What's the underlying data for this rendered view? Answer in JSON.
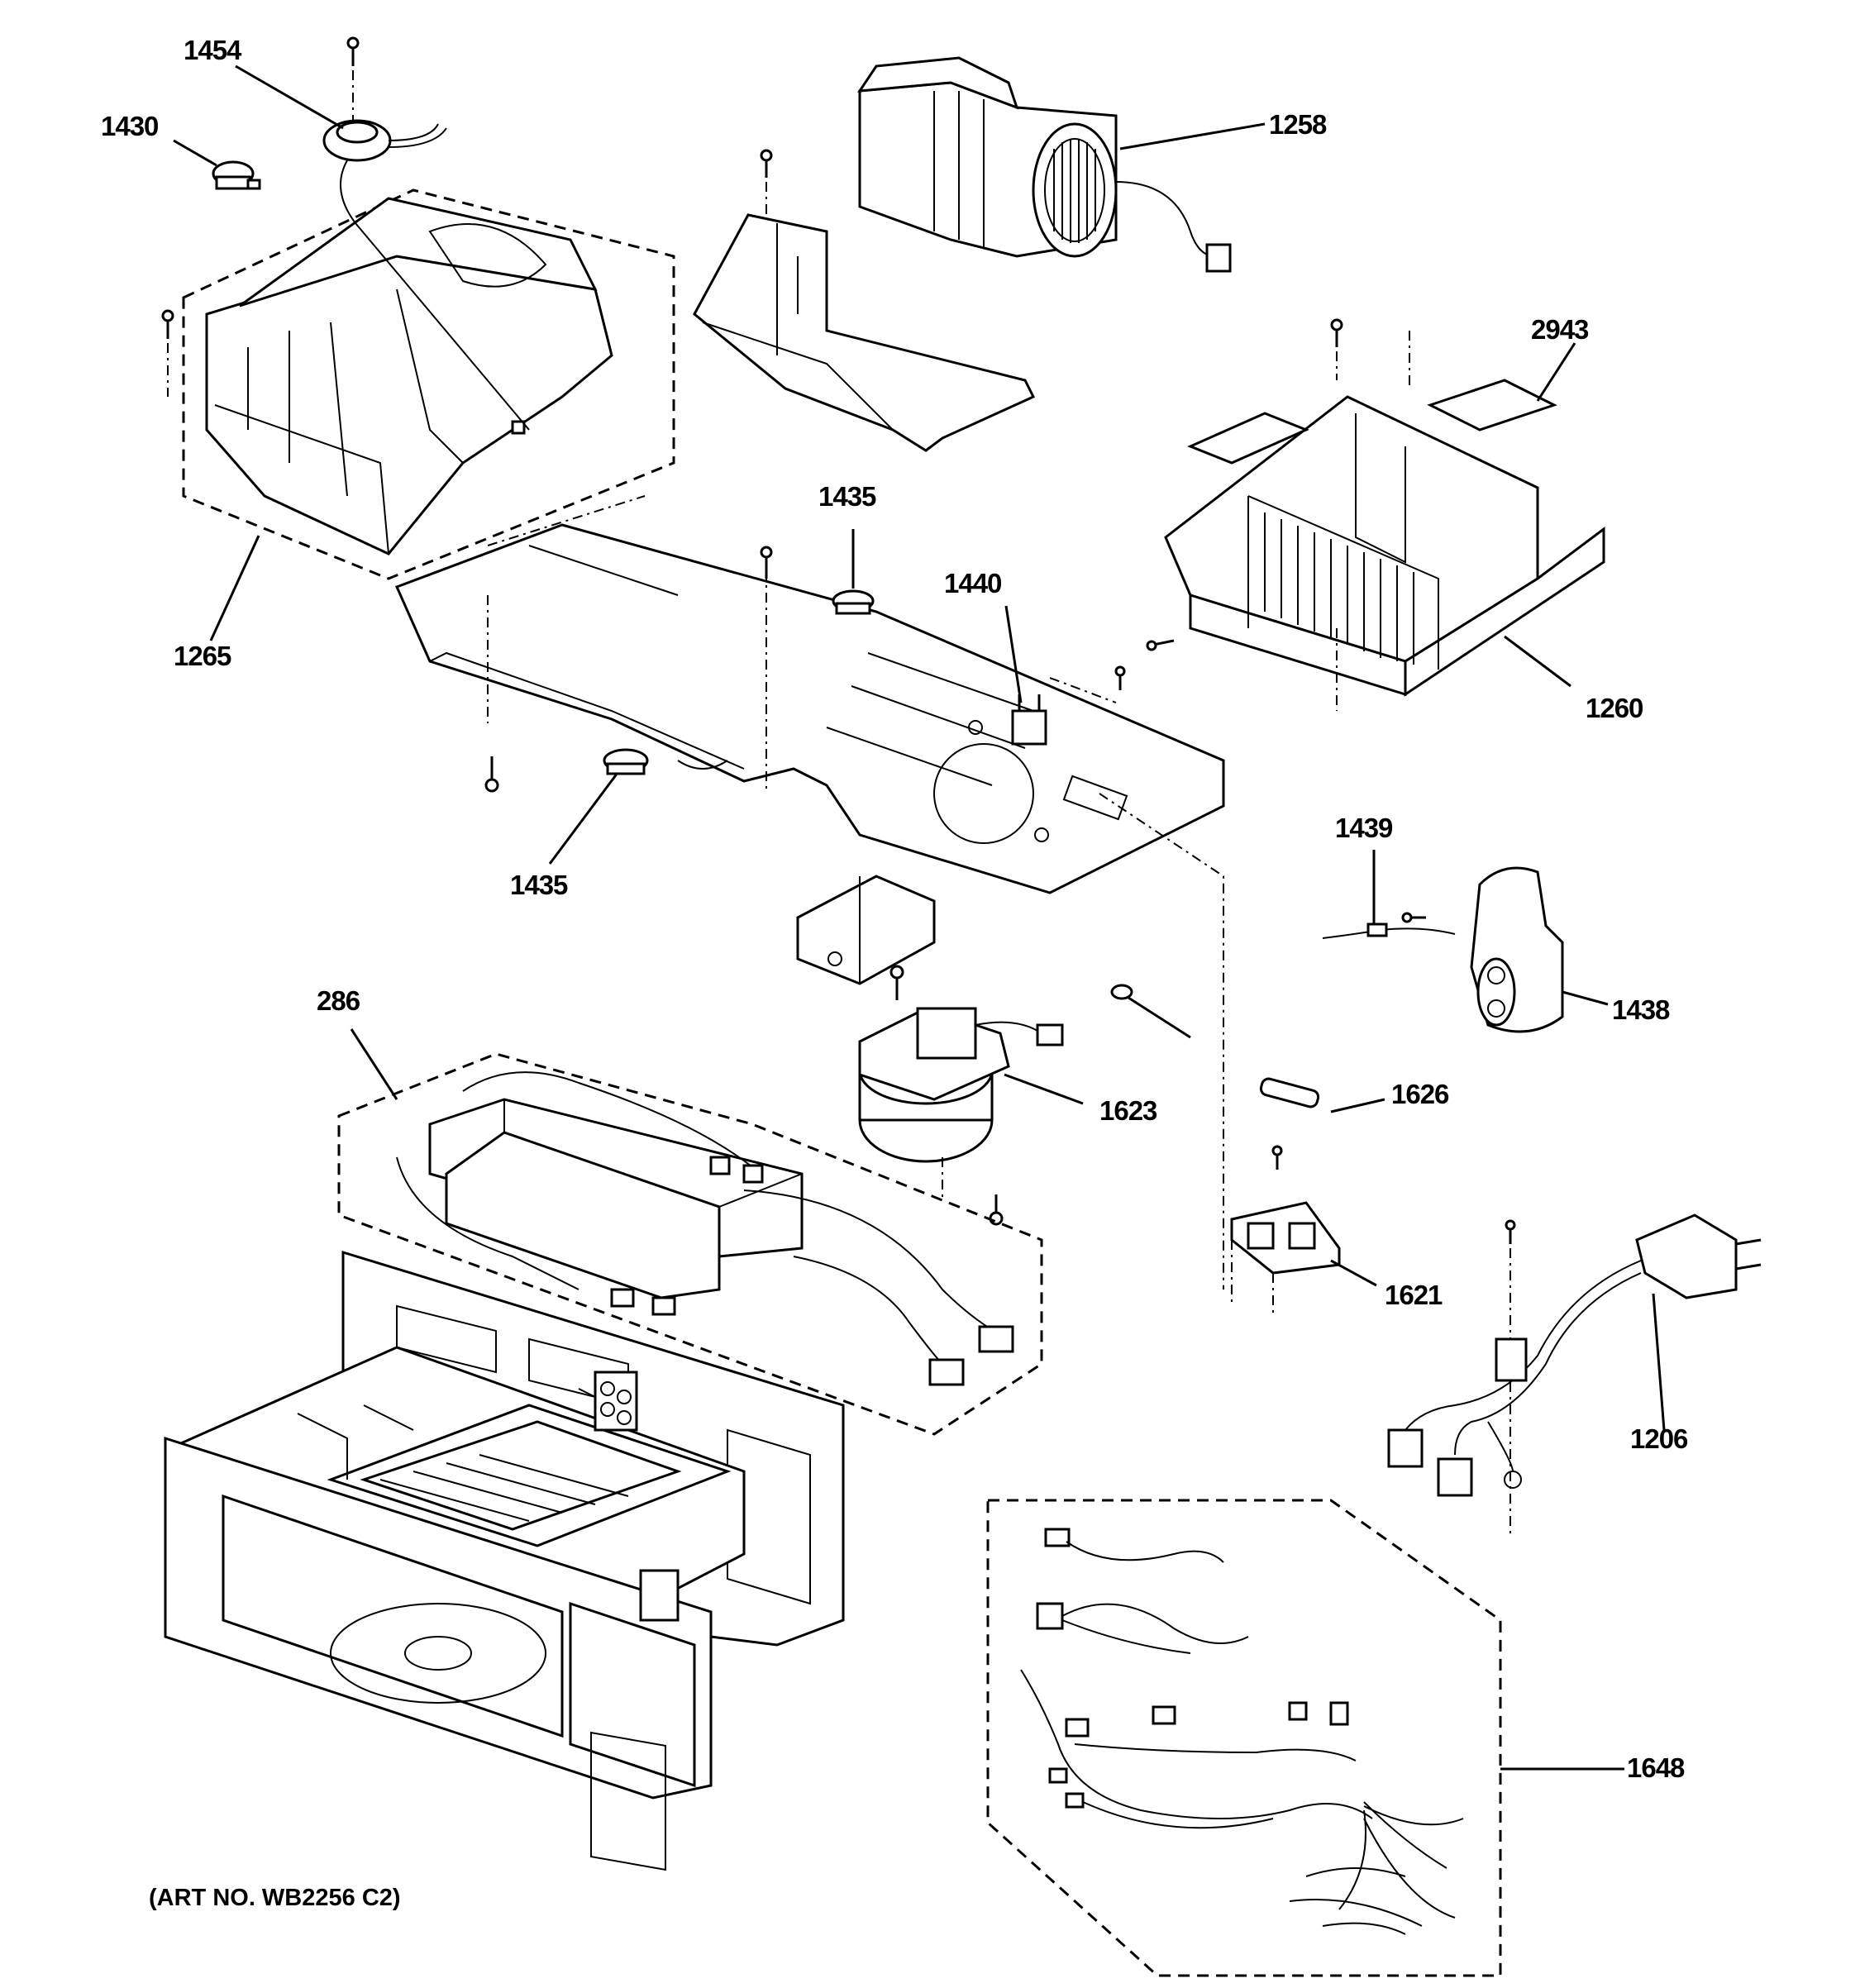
{
  "diagram": {
    "callouts": [
      {
        "id": "1454",
        "text": "1454"
      },
      {
        "id": "1430",
        "text": "1430"
      },
      {
        "id": "1258",
        "text": "1258"
      },
      {
        "id": "2943",
        "text": "2943"
      },
      {
        "id": "1265",
        "text": "1265"
      },
      {
        "id": "1435a",
        "text": "1435"
      },
      {
        "id": "1440",
        "text": "1440"
      },
      {
        "id": "1260",
        "text": "1260"
      },
      {
        "id": "1435b",
        "text": "1435"
      },
      {
        "id": "1439",
        "text": "1439"
      },
      {
        "id": "1438",
        "text": "1438"
      },
      {
        "id": "286",
        "text": "286"
      },
      {
        "id": "1623",
        "text": "1623"
      },
      {
        "id": "1626",
        "text": "1626"
      },
      {
        "id": "1621",
        "text": "1621"
      },
      {
        "id": "1206",
        "text": "1206"
      },
      {
        "id": "1648",
        "text": "1648"
      }
    ],
    "art_number": "(ART NO. WB2256 C2)"
  }
}
